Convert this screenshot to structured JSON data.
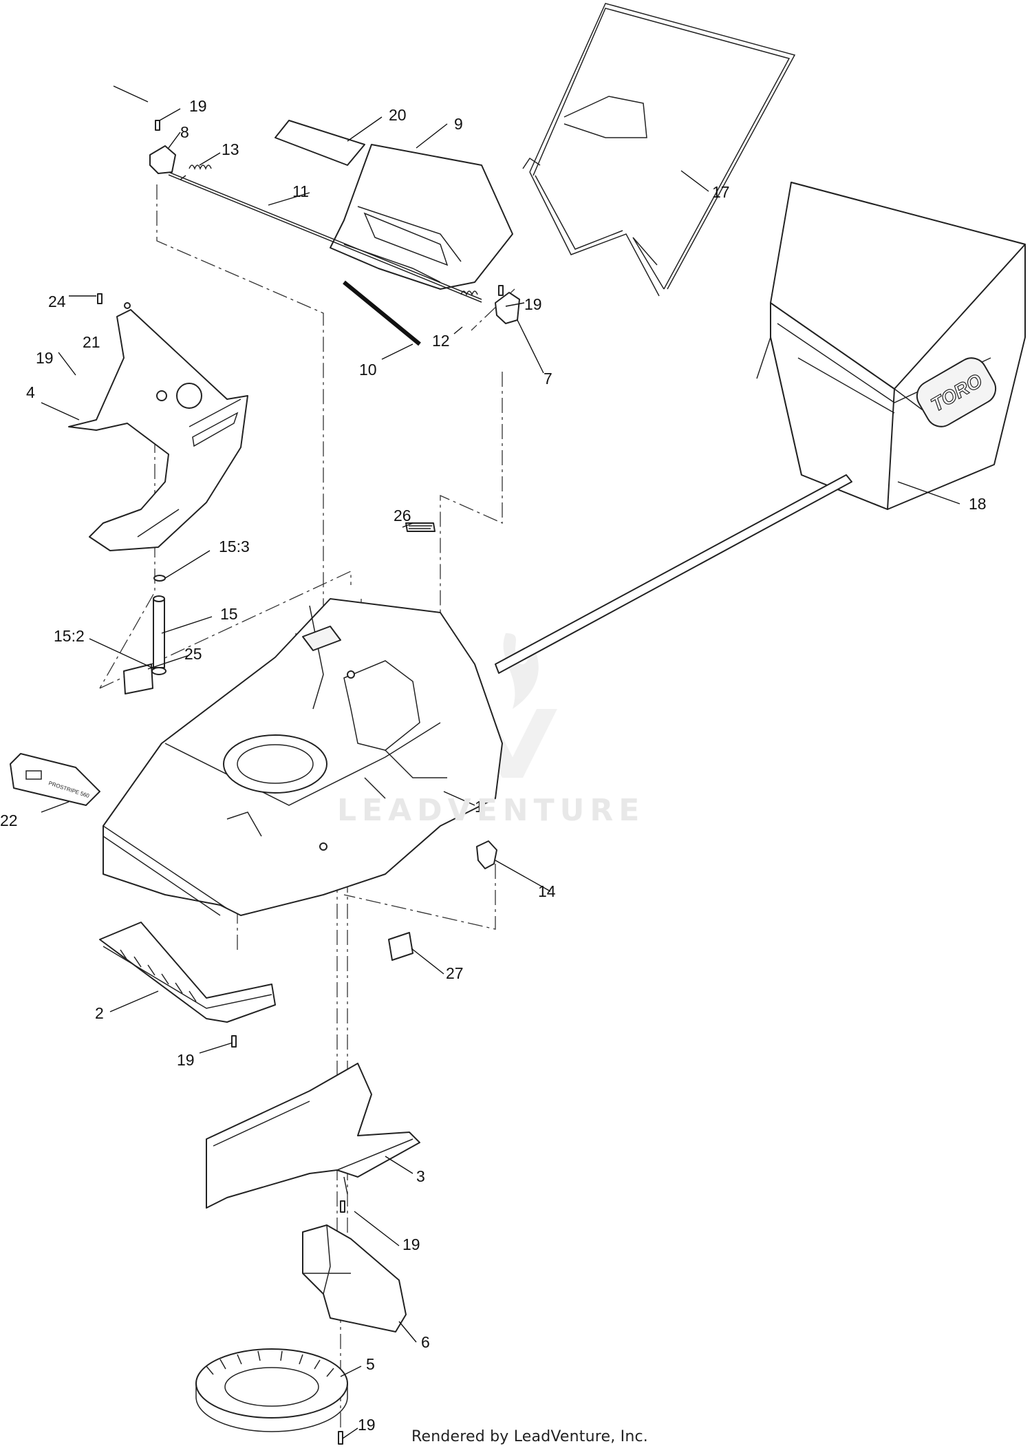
{
  "diagram": {
    "callouts": [
      "19",
      "8",
      "13",
      "20",
      "9",
      "11",
      "17",
      "21",
      "24",
      "19",
      "4",
      "10",
      "12",
      "19",
      "7",
      "18",
      "26",
      "15:3",
      "15",
      "15:2",
      "25",
      "22",
      "1",
      "14",
      "27",
      "2",
      "19",
      "3",
      "19",
      "6",
      "5",
      "19"
    ],
    "brand_badge_text": "TORO",
    "decal_text": "PROSTRIPE 560"
  },
  "watermark": {
    "text": "LEADVENTURE"
  },
  "footer": {
    "rendered_by": "Rendered by LeadVenture, Inc."
  }
}
